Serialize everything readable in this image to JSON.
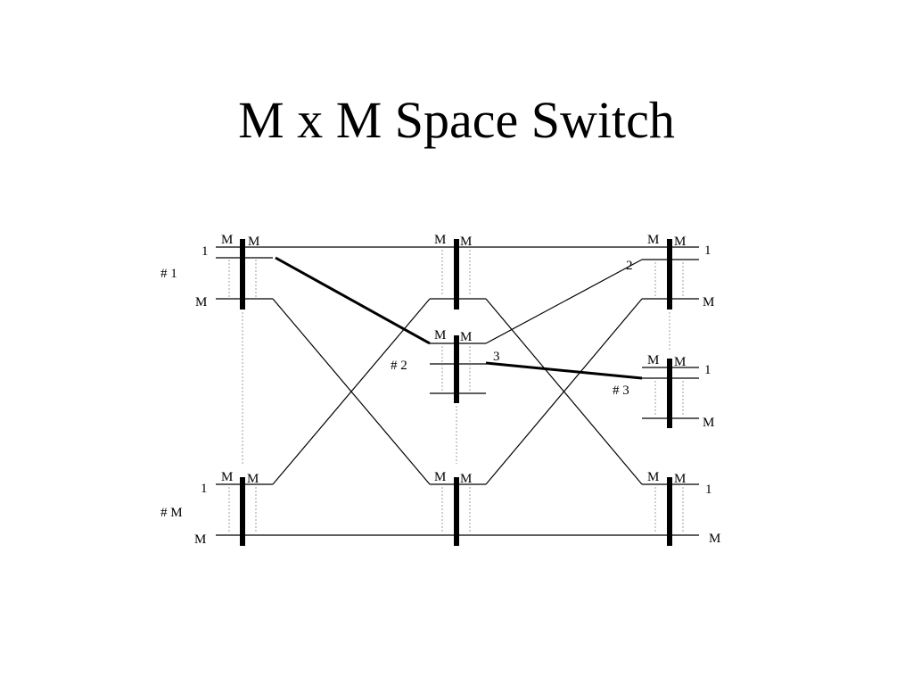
{
  "title": "M x M Space Switch",
  "diagram": {
    "block_label": "M",
    "port_first": "1",
    "port_last": "M",
    "switch_1_label": "# 1",
    "switch_m_label": "# M",
    "switch_2_label": "# 2",
    "switch_3_label": "# 3",
    "path_label_2": "2",
    "path_label_3": "3"
  }
}
